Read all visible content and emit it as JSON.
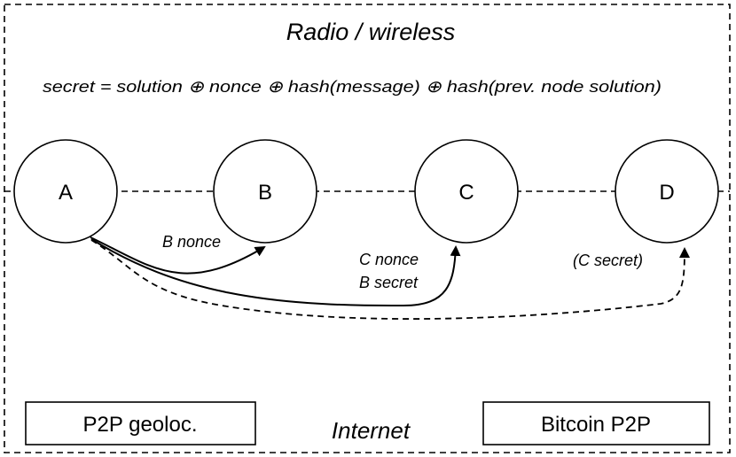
{
  "header": {
    "title": "Radio / wireless",
    "formula": "secret = solution ⊕ nonce ⊕ hash(message) ⊕ hash(prev. node solution)"
  },
  "nodes": [
    {
      "id": "A",
      "label": "A"
    },
    {
      "id": "B",
      "label": "B"
    },
    {
      "id": "C",
      "label": "C"
    },
    {
      "id": "D",
      "label": "D"
    }
  ],
  "edges": {
    "a_to_b": "B nonce",
    "a_to_c_line1": "C nonce",
    "a_to_c_line2": "B secret",
    "a_to_d": "(C secret)"
  },
  "footer": {
    "left_box": "P2P geoloc.",
    "center": "Internet",
    "right_box": "Bitcoin P2P"
  }
}
